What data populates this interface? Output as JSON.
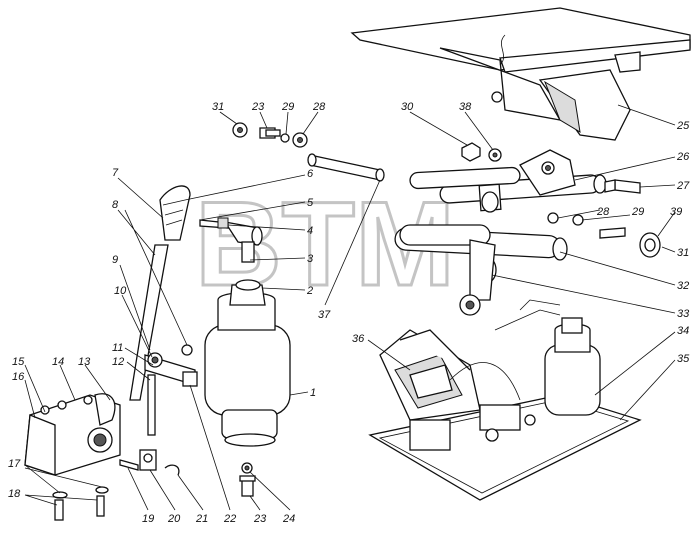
{
  "watermark": {
    "text": "BTM",
    "mark": "®"
  },
  "callouts": [
    {
      "id": "c1",
      "label": "1"
    },
    {
      "id": "c2",
      "label": "2"
    },
    {
      "id": "c3",
      "label": "3"
    },
    {
      "id": "c4",
      "label": "4"
    },
    {
      "id": "c5",
      "label": "5"
    },
    {
      "id": "c6",
      "label": "6"
    },
    {
      "id": "c7",
      "label": "7"
    },
    {
      "id": "c8",
      "label": "8"
    },
    {
      "id": "c9",
      "label": "9"
    },
    {
      "id": "c10",
      "label": "10"
    },
    {
      "id": "c11",
      "label": "11"
    },
    {
      "id": "c12",
      "label": "12"
    },
    {
      "id": "c13",
      "label": "13"
    },
    {
      "id": "c14",
      "label": "14"
    },
    {
      "id": "c15",
      "label": "15"
    },
    {
      "id": "c16",
      "label": "16"
    },
    {
      "id": "c17",
      "label": "17"
    },
    {
      "id": "c18",
      "label": "18"
    },
    {
      "id": "c19",
      "label": "19"
    },
    {
      "id": "c20",
      "label": "20"
    },
    {
      "id": "c21",
      "label": "21"
    },
    {
      "id": "c22",
      "label": "22"
    },
    {
      "id": "c23a",
      "label": "23"
    },
    {
      "id": "c23b",
      "label": "23"
    },
    {
      "id": "c24",
      "label": "24"
    },
    {
      "id": "c25",
      "label": "25"
    },
    {
      "id": "c26",
      "label": "26"
    },
    {
      "id": "c27",
      "label": "27"
    },
    {
      "id": "c28a",
      "label": "28"
    },
    {
      "id": "c28b",
      "label": "28"
    },
    {
      "id": "c29a",
      "label": "29"
    },
    {
      "id": "c29b",
      "label": "29"
    },
    {
      "id": "c30",
      "label": "30"
    },
    {
      "id": "c31a",
      "label": "31"
    },
    {
      "id": "c31b",
      "label": "31"
    },
    {
      "id": "c32",
      "label": "32"
    },
    {
      "id": "c33",
      "label": "33"
    },
    {
      "id": "c34",
      "label": "34"
    },
    {
      "id": "c35",
      "label": "35"
    },
    {
      "id": "c36",
      "label": "36"
    },
    {
      "id": "c37",
      "label": "37"
    },
    {
      "id": "c38",
      "label": "38"
    },
    {
      "id": "c39",
      "label": "39"
    }
  ]
}
